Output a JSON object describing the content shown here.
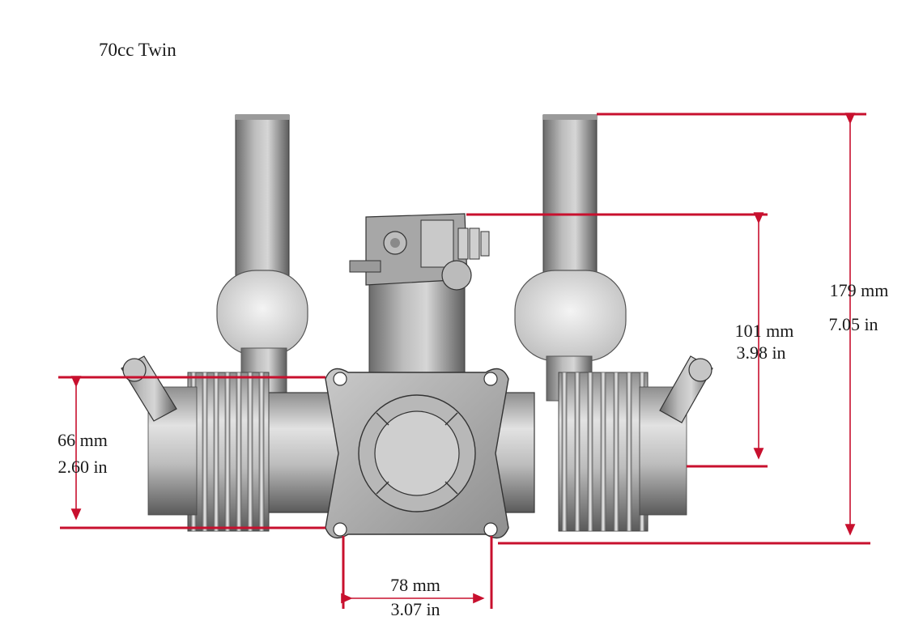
{
  "title": "70cc Twin",
  "colors": {
    "dimension_line": "#c8102e",
    "arrow": "#c8102e",
    "metal_light": "#d9d9d9",
    "metal_mid": "#a9a9a9",
    "metal_dark": "#6f6f6f",
    "outline": "#3a3a3a"
  },
  "dimensions": {
    "height_total": {
      "mm": "179 mm",
      "in": "7.05 in"
    },
    "height_carb": {
      "mm": "101 mm",
      "in": "3.98 in"
    },
    "cylinder_height": {
      "mm": "66 mm",
      "in": "2.60 in"
    },
    "mount_width": {
      "mm": "78 mm",
      "in": "3.07 in"
    }
  }
}
